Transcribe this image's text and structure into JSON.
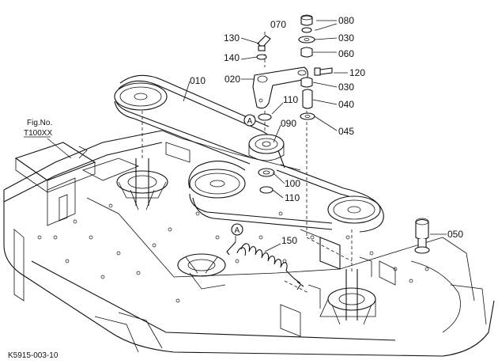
{
  "callouts": {
    "p010": "010",
    "p020": "020",
    "p030a": "030",
    "p030b": "030",
    "p040": "040",
    "p045": "045",
    "p050": "050",
    "p060": "060",
    "p070": "070",
    "p080": "080",
    "p090": "090",
    "p100": "100",
    "p110a": "110",
    "p110b": "110",
    "p120": "120",
    "p130": "130",
    "p140": "140",
    "p150": "150"
  },
  "markers": {
    "a1": "A",
    "a2": "A"
  },
  "figref": {
    "line1": "Fig.No.",
    "line2": "T100XX"
  },
  "code": "K5915-003-10"
}
